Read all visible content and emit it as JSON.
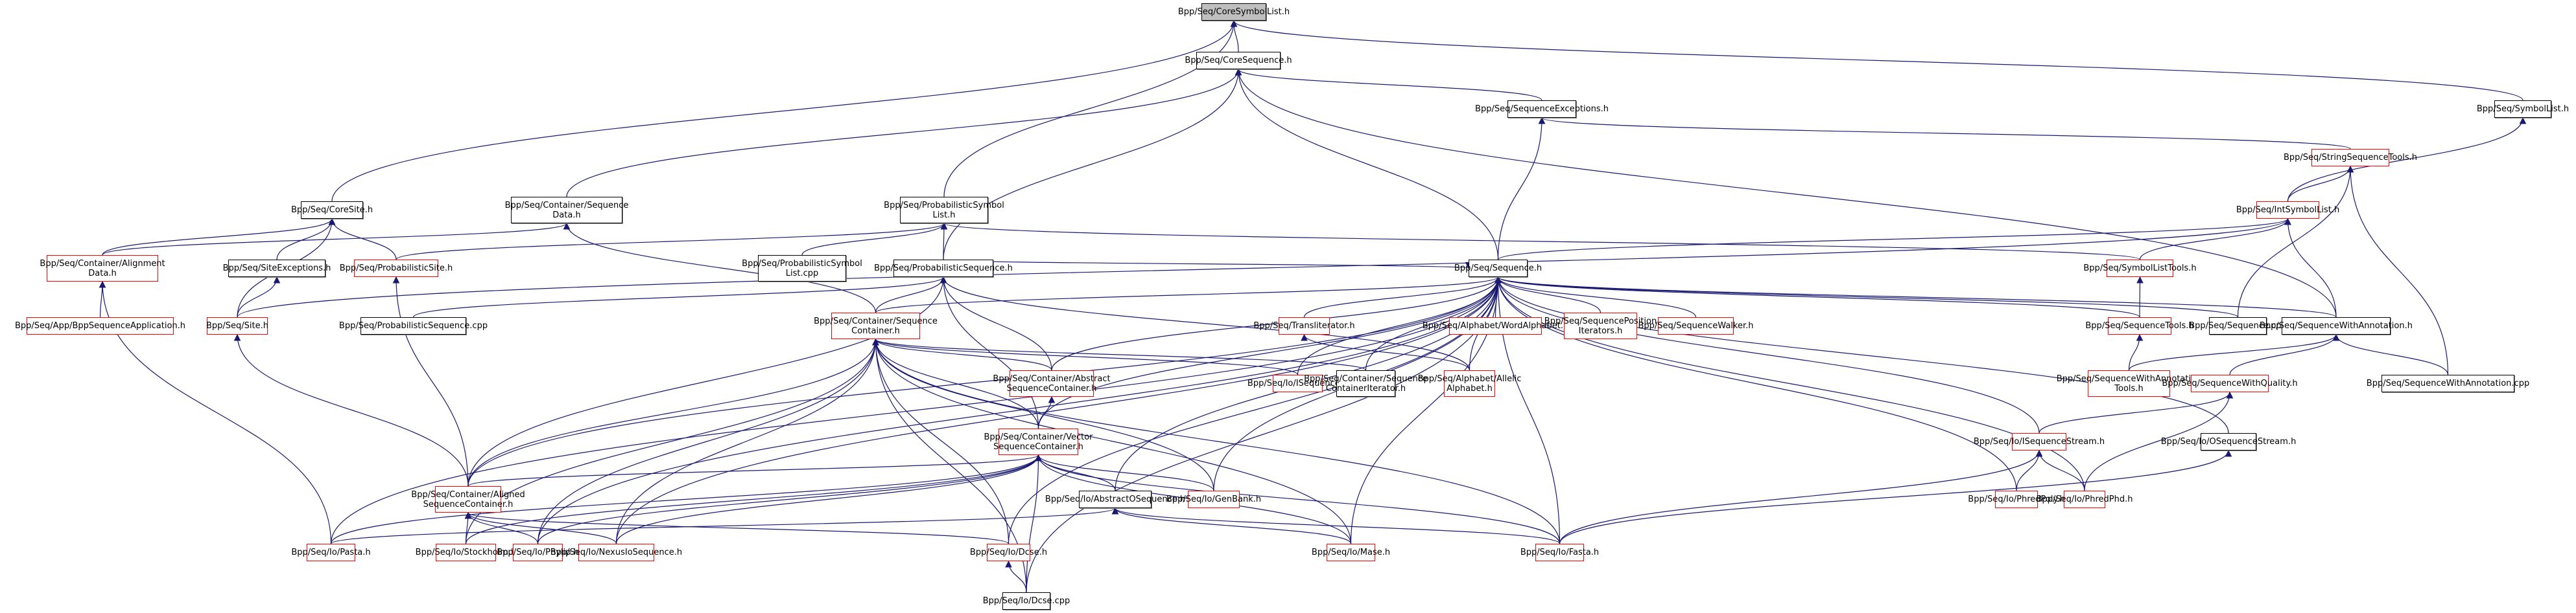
{
  "graph": {
    "title": "Bpp/Seq/CoreSymbolList.h include dependency graph",
    "edge_color": "#191970",
    "node_colors": {
      "normal_border": "#000000",
      "has_more_border": "#ff0000",
      "root_fill": "#bfbfbf"
    },
    "nodes": [
      {
        "id": "coresymbollist",
        "label": "Bpp/Seq/CoreSymbolList.h",
        "style": "root"
      },
      {
        "id": "coresequence",
        "label": "Bpp/Seq/CoreSequence.h",
        "style": "normal"
      },
      {
        "id": "symbollist",
        "label": "Bpp/Seq/SymbolList.h",
        "style": "normal"
      },
      {
        "id": "sequenceexceptions",
        "label": "Bpp/Seq/SequenceExceptions.h",
        "style": "normal"
      },
      {
        "id": "stringsequencetools",
        "label": "Bpp/Seq/StringSequenceTools.h",
        "style": "red"
      },
      {
        "id": "coresite",
        "label": "Bpp/Seq/CoreSite.h",
        "style": "normal"
      },
      {
        "id": "sequencedata",
        "label": "Bpp/Seq/Container/Sequence\nData.h",
        "style": "normal"
      },
      {
        "id": "probsymbollist",
        "label": "Bpp/Seq/ProbabilisticSymbol\nList.h",
        "style": "normal"
      },
      {
        "id": "intsymbollist",
        "label": "Bpp/Seq/IntSymbolList.h",
        "style": "red"
      },
      {
        "id": "alignmentdata",
        "label": "Bpp/Seq/Container/Alignment\nData.h",
        "style": "red"
      },
      {
        "id": "siteexceptions",
        "label": "Bpp/Seq/SiteExceptions.h",
        "style": "normal"
      },
      {
        "id": "probsite",
        "label": "Bpp/Seq/ProbabilisticSite.h",
        "style": "red"
      },
      {
        "id": "probsymbollistcpp",
        "label": "Bpp/Seq/ProbabilisticSymbol\nList.cpp",
        "style": "normal"
      },
      {
        "id": "probsequence",
        "label": "Bpp/Seq/ProbabilisticSequence.h",
        "style": "normal"
      },
      {
        "id": "sequence",
        "label": "Bpp/Seq/Sequence.h",
        "style": "normal"
      },
      {
        "id": "symbollisttools",
        "label": "Bpp/Seq/SymbolListTools.h",
        "style": "red"
      },
      {
        "id": "bppseqapp",
        "label": "Bpp/Seq/App/BppSequenceApplication.h",
        "style": "red"
      },
      {
        "id": "site",
        "label": "Bpp/Seq/Site.h",
        "style": "red"
      },
      {
        "id": "probsequencecpp",
        "label": "Bpp/Seq/ProbabilisticSequence.cpp",
        "style": "normal"
      },
      {
        "id": "sequencecontainer",
        "label": "Bpp/Seq/Container/Sequence\nContainer.h",
        "style": "red"
      },
      {
        "id": "transliterator",
        "label": "Bpp/Seq/Transliterator.h",
        "style": "red"
      },
      {
        "id": "wordalphabet",
        "label": "Bpp/Seq/Alphabet/WordAlphabet.h",
        "style": "red"
      },
      {
        "id": "seqposition",
        "label": "Bpp/Seq/SequencePosition\nIterators.h",
        "style": "red"
      },
      {
        "id": "sequencewalker",
        "label": "Bpp/Seq/SequenceWalker.h",
        "style": "red"
      },
      {
        "id": "sequencetools",
        "label": "Bpp/Seq/SequenceTools.h",
        "style": "red"
      },
      {
        "id": "sequencecpp",
        "label": "Bpp/Seq/Sequence.cpp",
        "style": "normal"
      },
      {
        "id": "seqwithannot",
        "label": "Bpp/Seq/SequenceWithAnnotation.h",
        "style": "normal"
      },
      {
        "id": "abstractseqcontainer",
        "label": "Bpp/Seq/Container/Abstract\nSequenceContainer.h",
        "style": "red"
      },
      {
        "id": "isequence",
        "label": "Bpp/Seq/Io/ISequence.h",
        "style": "red"
      },
      {
        "id": "seqcontaineriter",
        "label": "Bpp/Seq/Container/Sequence\nContainerIterator.h",
        "style": "normal"
      },
      {
        "id": "allelicalphabet",
        "label": "Bpp/Seq/Alphabet/Allelic\nAlphabet.h",
        "style": "red"
      },
      {
        "id": "seqwithannottools",
        "label": "Bpp/Seq/SequenceWithAnnotation\nTools.h",
        "style": "red"
      },
      {
        "id": "seqwithquality",
        "label": "Bpp/Seq/SequenceWithQuality.h",
        "style": "red"
      },
      {
        "id": "seqwithannotcpp",
        "label": "Bpp/Seq/SequenceWithAnnotation.cpp",
        "style": "normal"
      },
      {
        "id": "vectorseqcontainer",
        "label": "Bpp/Seq/Container/Vector\nSequenceContainer.h",
        "style": "red"
      },
      {
        "id": "isequencestream",
        "label": "Bpp/Seq/Io/ISequenceStream.h",
        "style": "red"
      },
      {
        "id": "osequencestream",
        "label": "Bpp/Seq/Io/OSequenceStream.h",
        "style": "normal"
      },
      {
        "id": "alignedseqcontainer",
        "label": "Bpp/Seq/Container/Aligned\nSequenceContainer.h",
        "style": "red"
      },
      {
        "id": "abstractosequence",
        "label": "Bpp/Seq/Io/AbstractOSequence.h",
        "style": "normal"
      },
      {
        "id": "genbank",
        "label": "Bpp/Seq/Io/GenBank.h",
        "style": "red"
      },
      {
        "id": "phredpoly",
        "label": "Bpp/Seq/Io/PhredPoly.h",
        "style": "red"
      },
      {
        "id": "phredphd",
        "label": "Bpp/Seq/Io/PhredPhd.h",
        "style": "red"
      },
      {
        "id": "pasta",
        "label": "Bpp/Seq/Io/Pasta.h",
        "style": "red"
      },
      {
        "id": "stockholm",
        "label": "Bpp/Seq/Io/Stockholm.h",
        "style": "red"
      },
      {
        "id": "phylip",
        "label": "Bpp/Seq/Io/Phylip.h",
        "style": "red"
      },
      {
        "id": "nexus",
        "label": "Bpp/Seq/Io/NexusIoSequence.h",
        "style": "red"
      },
      {
        "id": "dcse",
        "label": "Bpp/Seq/Io/Dcse.h",
        "style": "red"
      },
      {
        "id": "mase",
        "label": "Bpp/Seq/Io/Mase.h",
        "style": "red"
      },
      {
        "id": "fasta",
        "label": "Bpp/Seq/Io/Fasta.h",
        "style": "red"
      },
      {
        "id": "dcsecpp",
        "label": "Bpp/Seq/Io/Dcse.cpp",
        "style": "normal"
      }
    ],
    "edges": [
      [
        "coresequence",
        "coresymbollist"
      ],
      [
        "symbollist",
        "coresymbollist"
      ],
      [
        "coresite",
        "coresymbollist"
      ],
      [
        "probsymbollist",
        "coresymbollist"
      ],
      [
        "sequenceexceptions",
        "coresequence"
      ],
      [
        "sequencedata",
        "coresequence"
      ],
      [
        "sequence",
        "coresequence"
      ],
      [
        "probsequence",
        "coresequence"
      ],
      [
        "seqwithannot",
        "coresequence"
      ],
      [
        "intsymbollist",
        "symbollist"
      ],
      [
        "stringsequencetools",
        "sequenceexceptions"
      ],
      [
        "sequence",
        "sequenceexceptions"
      ],
      [
        "intsymbollist",
        "stringsequencetools"
      ],
      [
        "sequencecpp",
        "stringsequencetools"
      ],
      [
        "seqwithannotcpp",
        "stringsequencetools"
      ],
      [
        "alignmentdata",
        "coresite"
      ],
      [
        "siteexceptions",
        "coresite"
      ],
      [
        "site",
        "coresite"
      ],
      [
        "probsite",
        "coresite"
      ],
      [
        "alignmentdata",
        "sequencedata"
      ],
      [
        "sequencecontainer",
        "sequencedata"
      ],
      [
        "probsite",
        "probsymbollist"
      ],
      [
        "probsymbollistcpp",
        "probsymbollist"
      ],
      [
        "probsequence",
        "probsymbollist"
      ],
      [
        "symbollisttools",
        "probsymbollist"
      ],
      [
        "sequence",
        "intsymbollist"
      ],
      [
        "symbollisttools",
        "intsymbollist"
      ],
      [
        "seqwithannot",
        "intsymbollist"
      ],
      [
        "site",
        "intsymbollist"
      ],
      [
        "bppseqapp",
        "alignmentdata"
      ],
      [
        "pasta",
        "alignmentdata"
      ],
      [
        "site",
        "siteexceptions"
      ],
      [
        "alignedseqcontainer",
        "probsite"
      ],
      [
        "probsequencecpp",
        "probsequence"
      ],
      [
        "sequencecontainer",
        "probsequence"
      ],
      [
        "vectorseqcontainer",
        "probsequence"
      ],
      [
        "alignedseqcontainer",
        "probsequence"
      ],
      [
        "abstractseqcontainer",
        "probsequence"
      ],
      [
        "allelicalphabet",
        "probsequence"
      ],
      [
        "alignedseqcontainer",
        "site"
      ],
      [
        "probsequence",
        "sequence"
      ],
      [
        "sequencecontainer",
        "sequence"
      ],
      [
        "transliterator",
        "sequence"
      ],
      [
        "wordalphabet",
        "sequence"
      ],
      [
        "seqposition",
        "sequence"
      ],
      [
        "sequencewalker",
        "sequence"
      ],
      [
        "sequencetools",
        "sequence"
      ],
      [
        "sequencecpp",
        "sequence"
      ],
      [
        "seqwithannot",
        "sequence"
      ],
      [
        "abstractseqcontainer",
        "sequence"
      ],
      [
        "isequence",
        "sequence"
      ],
      [
        "seqcontaineriter",
        "sequence"
      ],
      [
        "allelicalphabet",
        "sequence"
      ],
      [
        "isequencestream",
        "sequence"
      ],
      [
        "osequencestream",
        "sequence"
      ],
      [
        "vectorseqcontainer",
        "sequence"
      ],
      [
        "alignedseqcontainer",
        "sequence"
      ],
      [
        "abstractosequence",
        "sequence"
      ],
      [
        "genbank",
        "sequence"
      ],
      [
        "phredpoly",
        "sequence"
      ],
      [
        "phredphd",
        "sequence"
      ],
      [
        "pasta",
        "sequence"
      ],
      [
        "phylip",
        "sequence"
      ],
      [
        "nexus",
        "sequence"
      ],
      [
        "dcse",
        "sequence"
      ],
      [
        "mase",
        "sequence"
      ],
      [
        "fasta",
        "sequence"
      ],
      [
        "dcsecpp",
        "sequence"
      ],
      [
        "sequencetools",
        "symbollisttools"
      ],
      [
        "seqwithannottools",
        "sequencetools"
      ],
      [
        "seqwithannottools",
        "seqwithannot"
      ],
      [
        "seqwithquality",
        "seqwithannot"
      ],
      [
        "seqwithannotcpp",
        "seqwithannot"
      ],
      [
        "abstractseqcontainer",
        "sequencecontainer"
      ],
      [
        "isequence",
        "sequencecontainer"
      ],
      [
        "seqcontaineriter",
        "sequencecontainer"
      ],
      [
        "vectorseqcontainer",
        "sequencecontainer"
      ],
      [
        "alignedseqcontainer",
        "sequencecontainer"
      ],
      [
        "stockholm",
        "sequencecontainer"
      ],
      [
        "phylip",
        "sequencecontainer"
      ],
      [
        "nexus",
        "sequencecontainer"
      ],
      [
        "dcse",
        "sequencecontainer"
      ],
      [
        "mase",
        "sequencecontainer"
      ],
      [
        "fasta",
        "sequencecontainer"
      ],
      [
        "genbank",
        "sequencecontainer"
      ],
      [
        "dcsecpp",
        "sequencecontainer"
      ],
      [
        "vectorseqcontainer",
        "abstractseqcontainer"
      ],
      [
        "allelicalphabet",
        "transliterator"
      ],
      [
        "isequencestream",
        "seqwithquality"
      ],
      [
        "phredphd",
        "seqwithquality"
      ],
      [
        "alignedseqcontainer",
        "vectorseqcontainer"
      ],
      [
        "abstractosequence",
        "vectorseqcontainer"
      ],
      [
        "genbank",
        "vectorseqcontainer"
      ],
      [
        "fasta",
        "vectorseqcontainer"
      ],
      [
        "stockholm",
        "vectorseqcontainer"
      ],
      [
        "phylip",
        "vectorseqcontainer"
      ],
      [
        "nexus",
        "vectorseqcontainer"
      ],
      [
        "mase",
        "vectorseqcontainer"
      ],
      [
        "dcsecpp",
        "vectorseqcontainer"
      ],
      [
        "pasta",
        "vectorseqcontainer"
      ],
      [
        "phredpoly",
        "isequencestream"
      ],
      [
        "phredphd",
        "isequencestream"
      ],
      [
        "fasta",
        "isequencestream"
      ],
      [
        "fasta",
        "osequencestream"
      ],
      [
        "stockholm",
        "alignedseqcontainer"
      ],
      [
        "phylip",
        "alignedseqcontainer"
      ],
      [
        "nexus",
        "alignedseqcontainer"
      ],
      [
        "dcse",
        "alignedseqcontainer"
      ],
      [
        "mase",
        "abstractosequence"
      ],
      [
        "fasta",
        "abstractosequence"
      ],
      [
        "pasta",
        "abstractosequence"
      ],
      [
        "dcsecpp",
        "dcse"
      ]
    ]
  }
}
